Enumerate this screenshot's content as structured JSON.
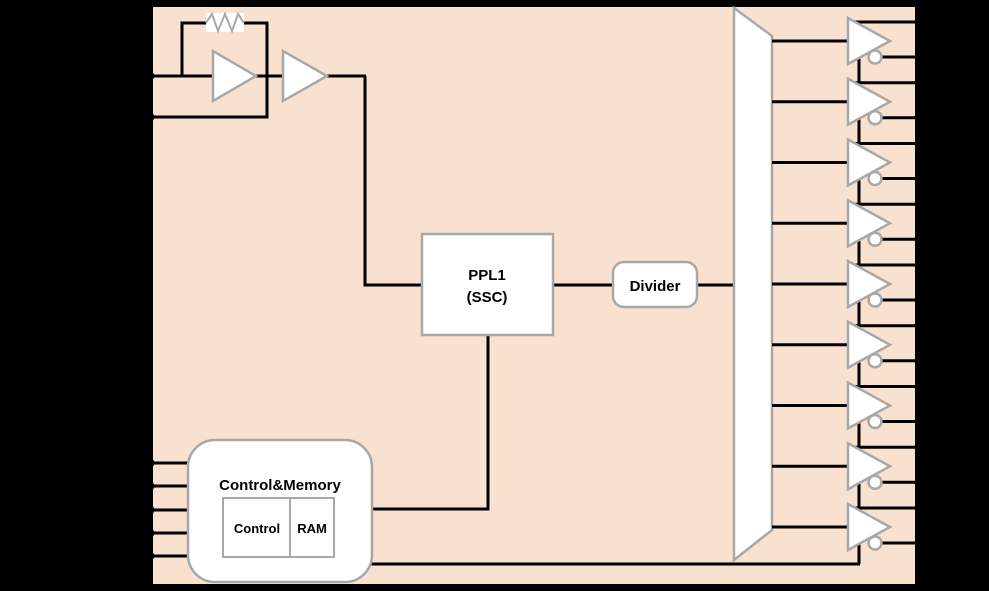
{
  "colors": {
    "background": "#000000",
    "chip_fill": "#F9E1D0",
    "chip_border": "#000000",
    "shape_stroke": "#A8A8A8",
    "block_fill": "#FFFFFF",
    "wire": "#000000",
    "text": "#000000"
  },
  "blocks": {
    "pll": {
      "label_line1": "PPL1",
      "label_line2": "(SSC)"
    },
    "divider": {
      "label": "Divider"
    },
    "control_memory": {
      "title": "Control&Memory",
      "control_label": "Control",
      "ram_label": "RAM"
    }
  },
  "io": {
    "crystal_pin_count": 2,
    "control_input_count": 5,
    "output_buffer_count": 9
  }
}
